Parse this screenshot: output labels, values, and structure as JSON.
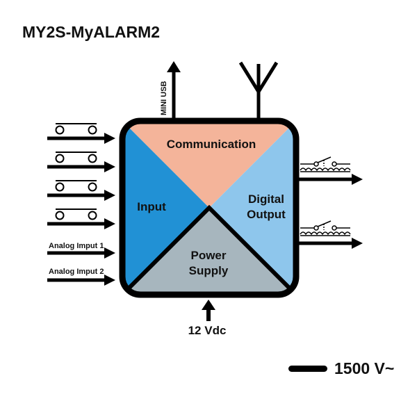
{
  "title": "MY2S-MyALARM2",
  "sections": {
    "communication": "Communication",
    "input": "Input",
    "digital_output_line1": "Digital",
    "digital_output_line2": "Output",
    "power_supply_line1": "Power",
    "power_supply_line2": "Supply"
  },
  "labels": {
    "mini_usb": "MINI USB",
    "analog_input_1": "Analog Imput 1",
    "analog_input_2": "Analog Imput 2",
    "power_input": "12 Vdc",
    "isolation": "1500 V~"
  },
  "colors": {
    "communication": "#F4B49A",
    "input": "#2191D5",
    "digital_output": "#8EC6EC",
    "power_supply": "#A7B6BE",
    "outline": "#000000"
  },
  "icons": {
    "antenna": "antenna-icon",
    "contact_input": "dry-contact-icon",
    "relay_output": "relay-switch-icon"
  }
}
